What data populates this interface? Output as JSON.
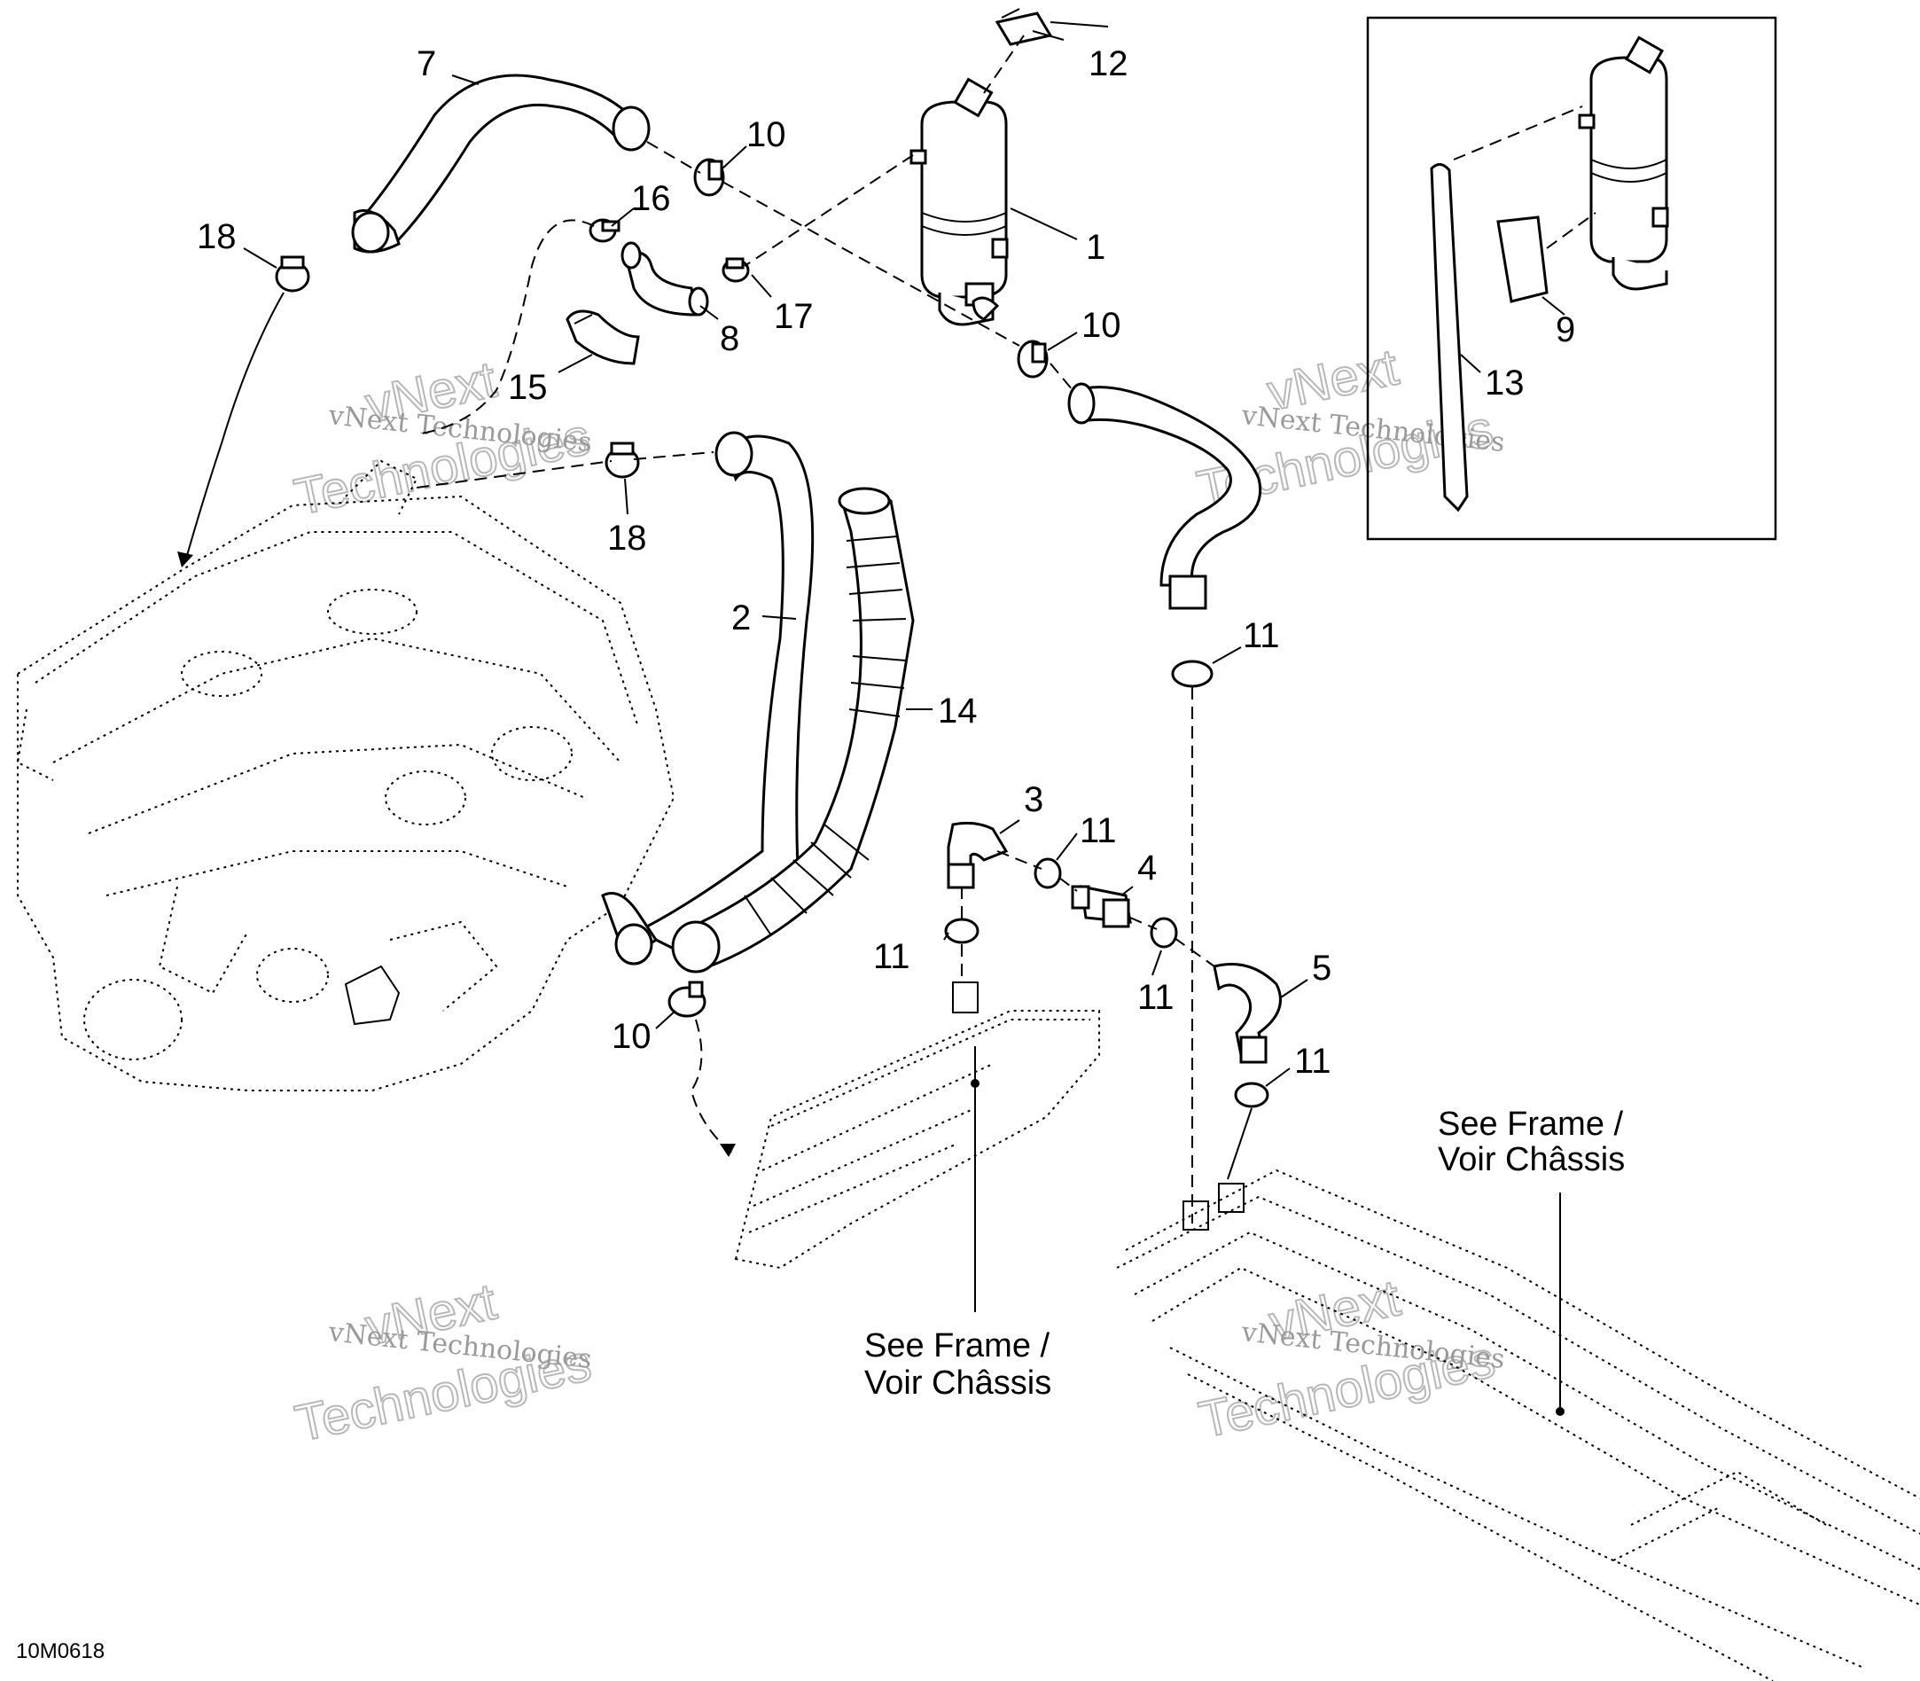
{
  "callouts": [
    {
      "id": "c1",
      "label": "1"
    },
    {
      "id": "c2",
      "label": "2"
    },
    {
      "id": "c3",
      "label": "3"
    },
    {
      "id": "c4",
      "label": "4"
    },
    {
      "id": "c5",
      "label": "5"
    },
    {
      "id": "c7",
      "label": "7"
    },
    {
      "id": "c8",
      "label": "8"
    },
    {
      "id": "c9",
      "label": "9"
    },
    {
      "id": "c10a",
      "label": "10"
    },
    {
      "id": "c10b",
      "label": "10"
    },
    {
      "id": "c10c",
      "label": "10"
    },
    {
      "id": "c11a",
      "label": "11"
    },
    {
      "id": "c11b",
      "label": "11"
    },
    {
      "id": "c11c",
      "label": "11"
    },
    {
      "id": "c11d",
      "label": "11"
    },
    {
      "id": "c11e",
      "label": "11"
    },
    {
      "id": "c12",
      "label": "12"
    },
    {
      "id": "c13",
      "label": "13"
    },
    {
      "id": "c14",
      "label": "14"
    },
    {
      "id": "c15",
      "label": "15"
    },
    {
      "id": "c16",
      "label": "16"
    },
    {
      "id": "c17",
      "label": "17"
    },
    {
      "id": "c18a",
      "label": "18"
    },
    {
      "id": "c18b",
      "label": "18"
    }
  ],
  "notes": {
    "frame_right_line1": "See Frame /",
    "frame_right_line2": "Voir Châssis",
    "frame_center_line1": "See Frame /",
    "frame_center_line2": "Voir Châssis"
  },
  "drawing_code": "10M0618",
  "watermark": {
    "line1": "vNext Technologies",
    "line2": "vNext",
    "line3": "Technologies"
  }
}
